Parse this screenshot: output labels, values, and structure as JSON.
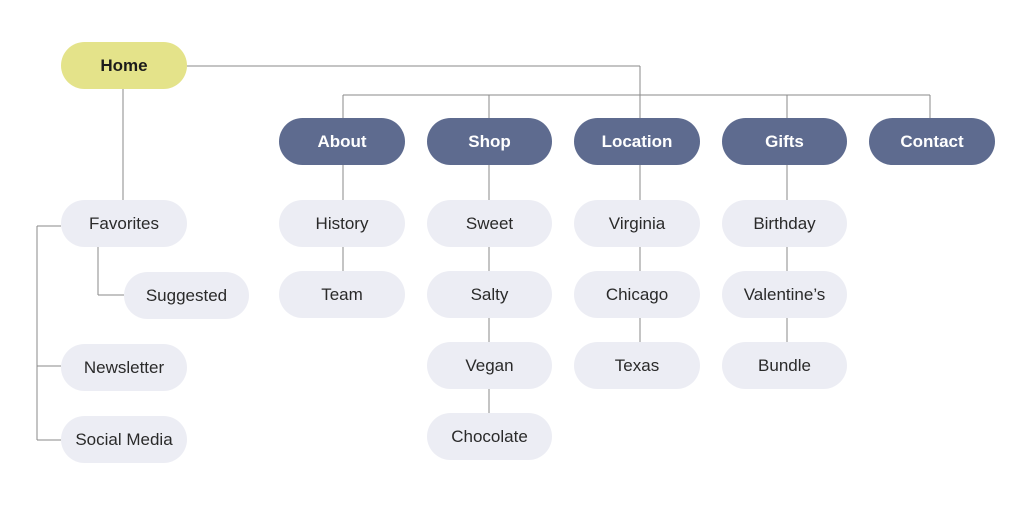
{
  "colors": {
    "root_fill": "#e4e38a",
    "main_fill": "#5e6b8f",
    "sub_fill": "#ecedf4",
    "connector": "#8a8a8a"
  },
  "root": {
    "label": "Home"
  },
  "side_branch": [
    {
      "label": "Favorites",
      "children": [
        "Suggested"
      ]
    },
    {
      "label": "Newsletter"
    },
    {
      "label": "Social Media"
    }
  ],
  "main_nav": [
    {
      "label": "About",
      "children": [
        "History",
        "Team"
      ]
    },
    {
      "label": "Shop",
      "children": [
        "Sweet",
        "Salty",
        "Vegan",
        "Chocolate"
      ]
    },
    {
      "label": "Location",
      "children": [
        "Virginia",
        "Chicago",
        "Texas"
      ]
    },
    {
      "label": "Gifts",
      "children": [
        "Birthday",
        "Valentine’s",
        "Bundle"
      ]
    },
    {
      "label": "Contact",
      "children": []
    }
  ]
}
